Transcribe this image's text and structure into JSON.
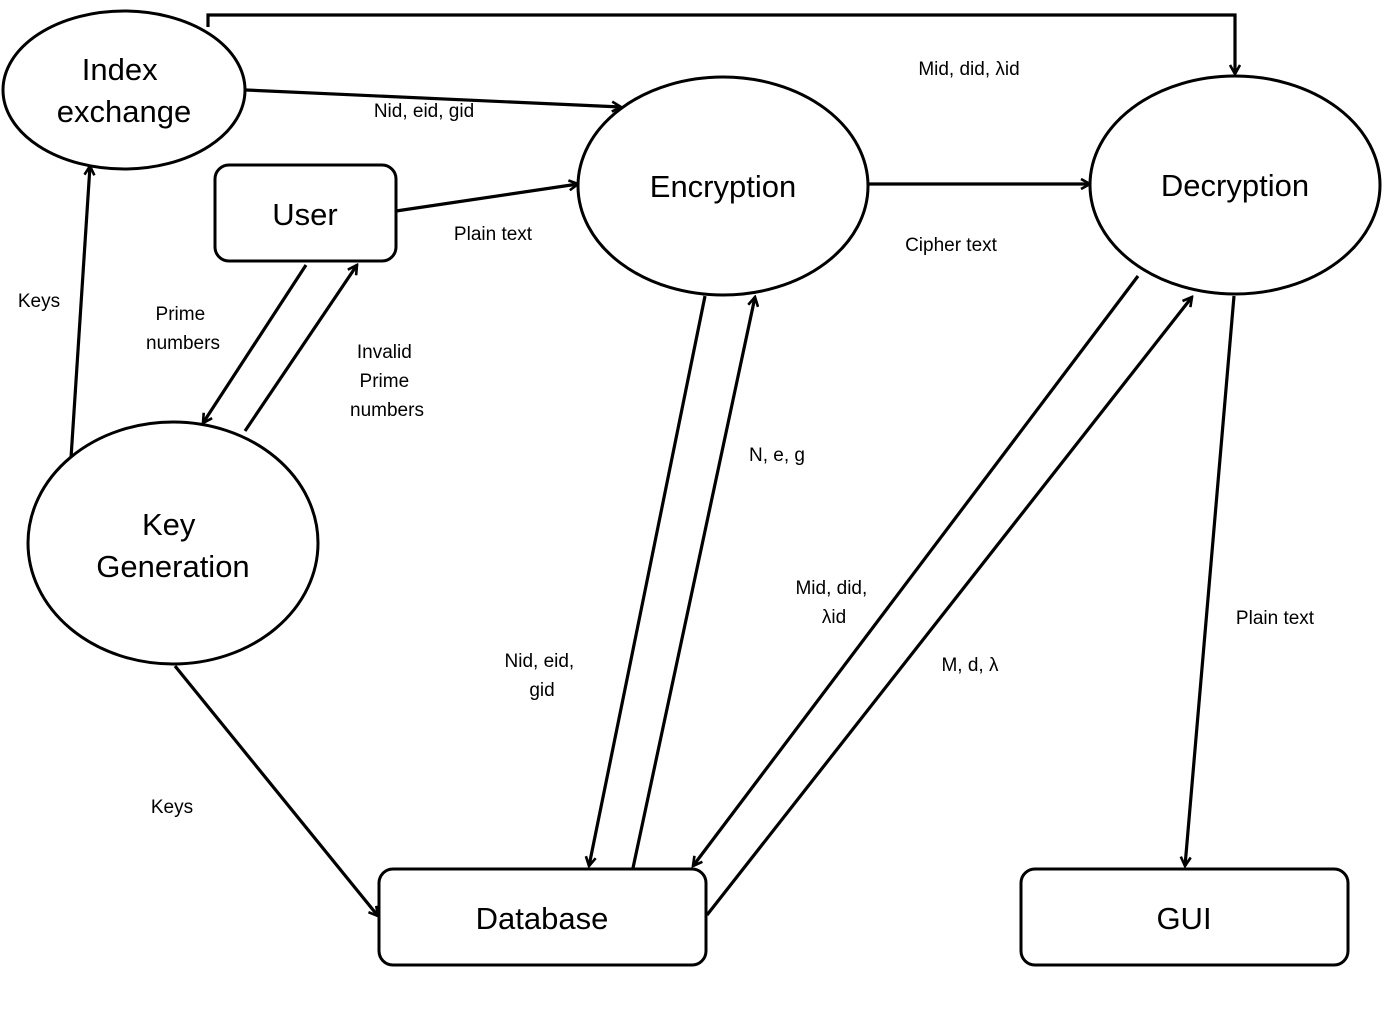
{
  "nodes": {
    "index_exchange": [
      "Index",
      "exchange"
    ],
    "user": [
      "User"
    ],
    "encryption": [
      "Encryption"
    ],
    "decryption": [
      "Decryption"
    ],
    "key_generation": [
      "Key",
      "Generation"
    ],
    "database": [
      "Database"
    ],
    "gui": [
      "GUI"
    ]
  },
  "edges": {
    "index_to_decryption": [
      "Mid, did, λid"
    ],
    "index_to_encryption": [
      "Nid, eid, gid"
    ],
    "user_to_encryption": [
      "Plain text"
    ],
    "encryption_to_decryption": [
      "Cipher text"
    ],
    "keygen_to_index": [
      "Keys"
    ],
    "user_to_keygen": [
      "Prime",
      "numbers"
    ],
    "keygen_to_user": [
      "Invalid",
      "Prime",
      "numbers"
    ],
    "database_to_encryption": [
      "N, e, g"
    ],
    "decryption_to_database": [
      "Mid, did,",
      "λid"
    ],
    "encryption_to_database": [
      "Nid, eid,",
      "gid"
    ],
    "database_to_decryption": [
      "M, d, λ"
    ],
    "decryption_to_gui": [
      "Plain text"
    ],
    "keygen_to_database": [
      "Keys"
    ]
  }
}
